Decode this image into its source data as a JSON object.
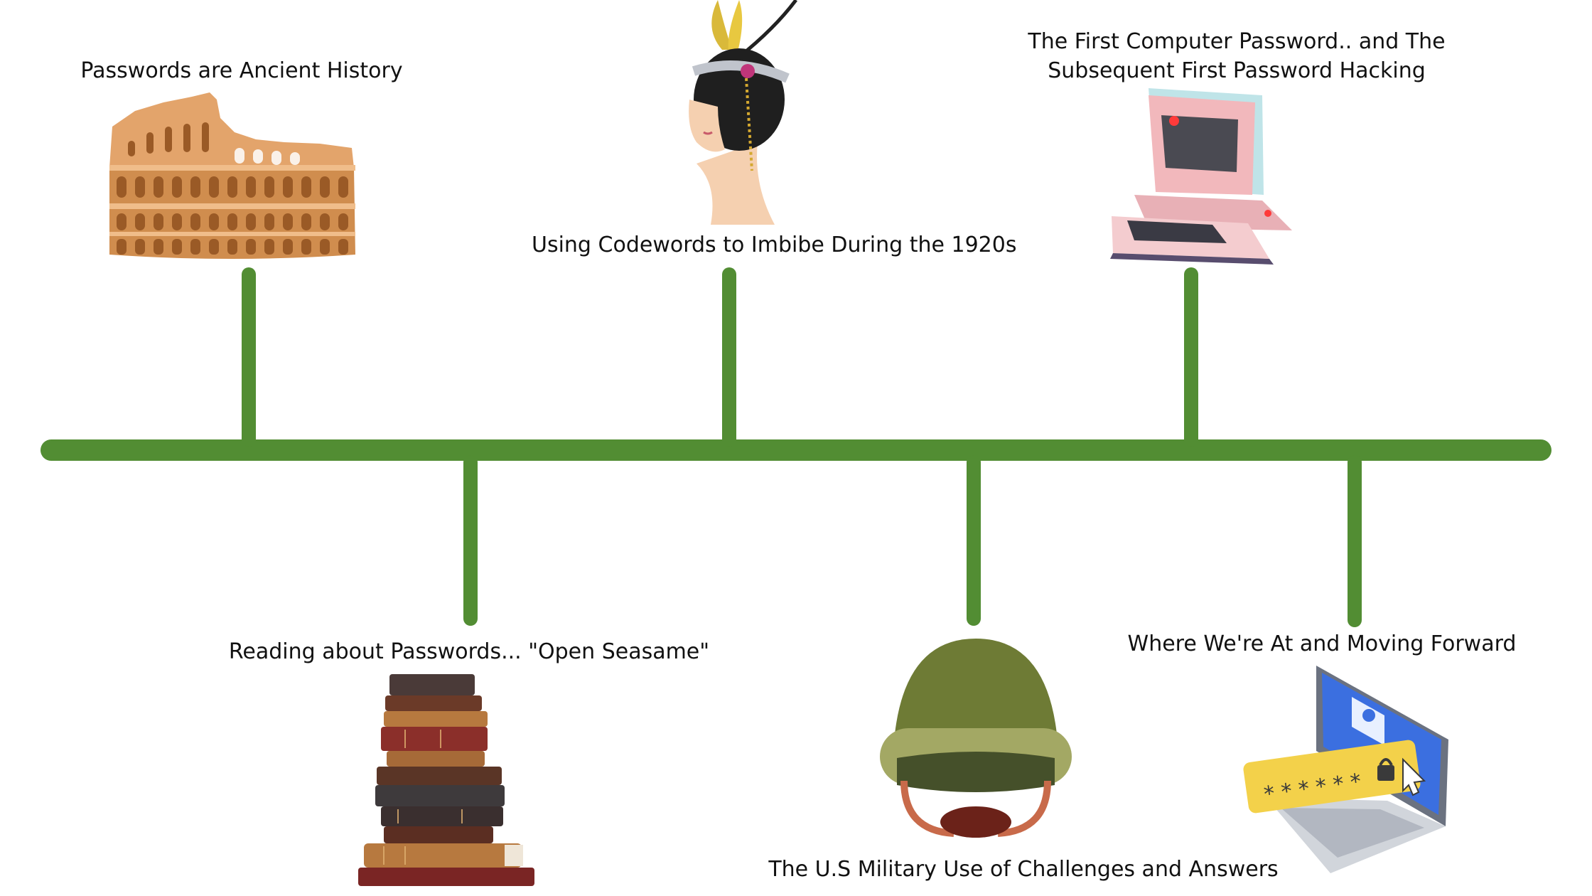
{
  "timeline": {
    "line_color": "#528d33",
    "events": [
      {
        "id": "ancient",
        "label": "Passwords are Ancient History",
        "icon": "colosseum-icon",
        "position": "top"
      },
      {
        "id": "open-sesame",
        "label": "Reading about Passwords... \"Open Seasame\"",
        "icon": "book-stack-icon",
        "position": "bottom"
      },
      {
        "id": "1920s",
        "label": "Using Codewords to Imbibe During the 1920s",
        "icon": "flapper-woman-icon",
        "position": "top"
      },
      {
        "id": "military",
        "label": "The U.S Military Use of Challenges and Answers",
        "icon": "army-helmet-icon",
        "position": "bottom"
      },
      {
        "id": "first-computer",
        "label_lines": [
          "The First Computer Password.. and The",
          "Subsequent First Password Hacking"
        ],
        "icon": "retro-computer-icon",
        "position": "top"
      },
      {
        "id": "moving-forward",
        "label": "Where We're At and Moving Forward",
        "icon": "laptop-password-icon",
        "position": "bottom",
        "password_mask": "* * * * * *"
      }
    ]
  }
}
